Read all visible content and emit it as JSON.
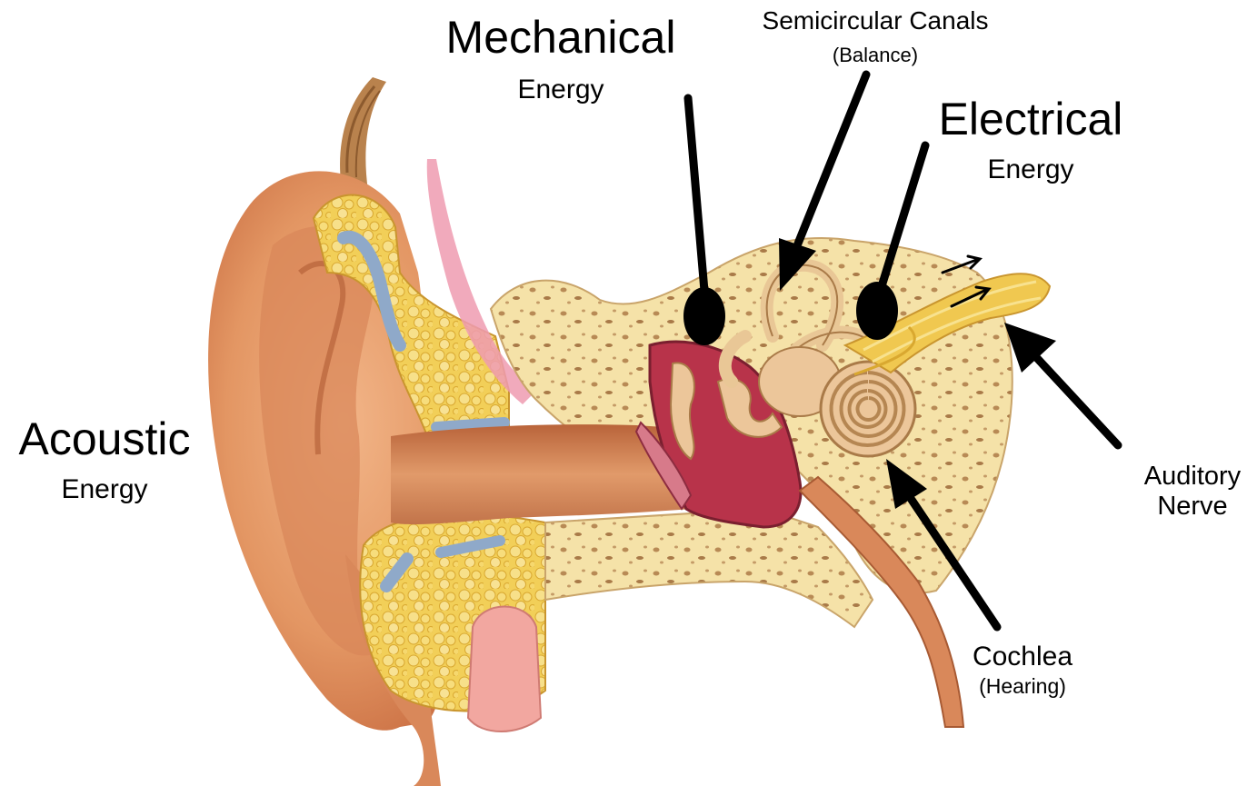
{
  "labels": {
    "mechanical": {
      "title": "Mechanical",
      "sub": "Energy"
    },
    "semicircular": {
      "title": "Semicircular Canals",
      "sub": "(Balance)"
    },
    "electrical": {
      "title": "Electrical",
      "sub": "Energy"
    },
    "acoustic": {
      "title": "Acoustic",
      "sub": "Energy"
    },
    "auditory": {
      "line1": "Auditory",
      "line2": "Nerve"
    },
    "cochlea": {
      "title": "Cochlea",
      "sub": "(Hearing)"
    }
  },
  "colors": {
    "skin": "#e8a070",
    "skin_dark": "#c86f45",
    "bone": "#f5e2a8",
    "bone_pore": "#b88a55",
    "fat": "#f2cf58",
    "cartilage": "#8fa9c9",
    "cavity": "#b8334a",
    "nerve": "#f0c850",
    "marker": "#000000"
  }
}
